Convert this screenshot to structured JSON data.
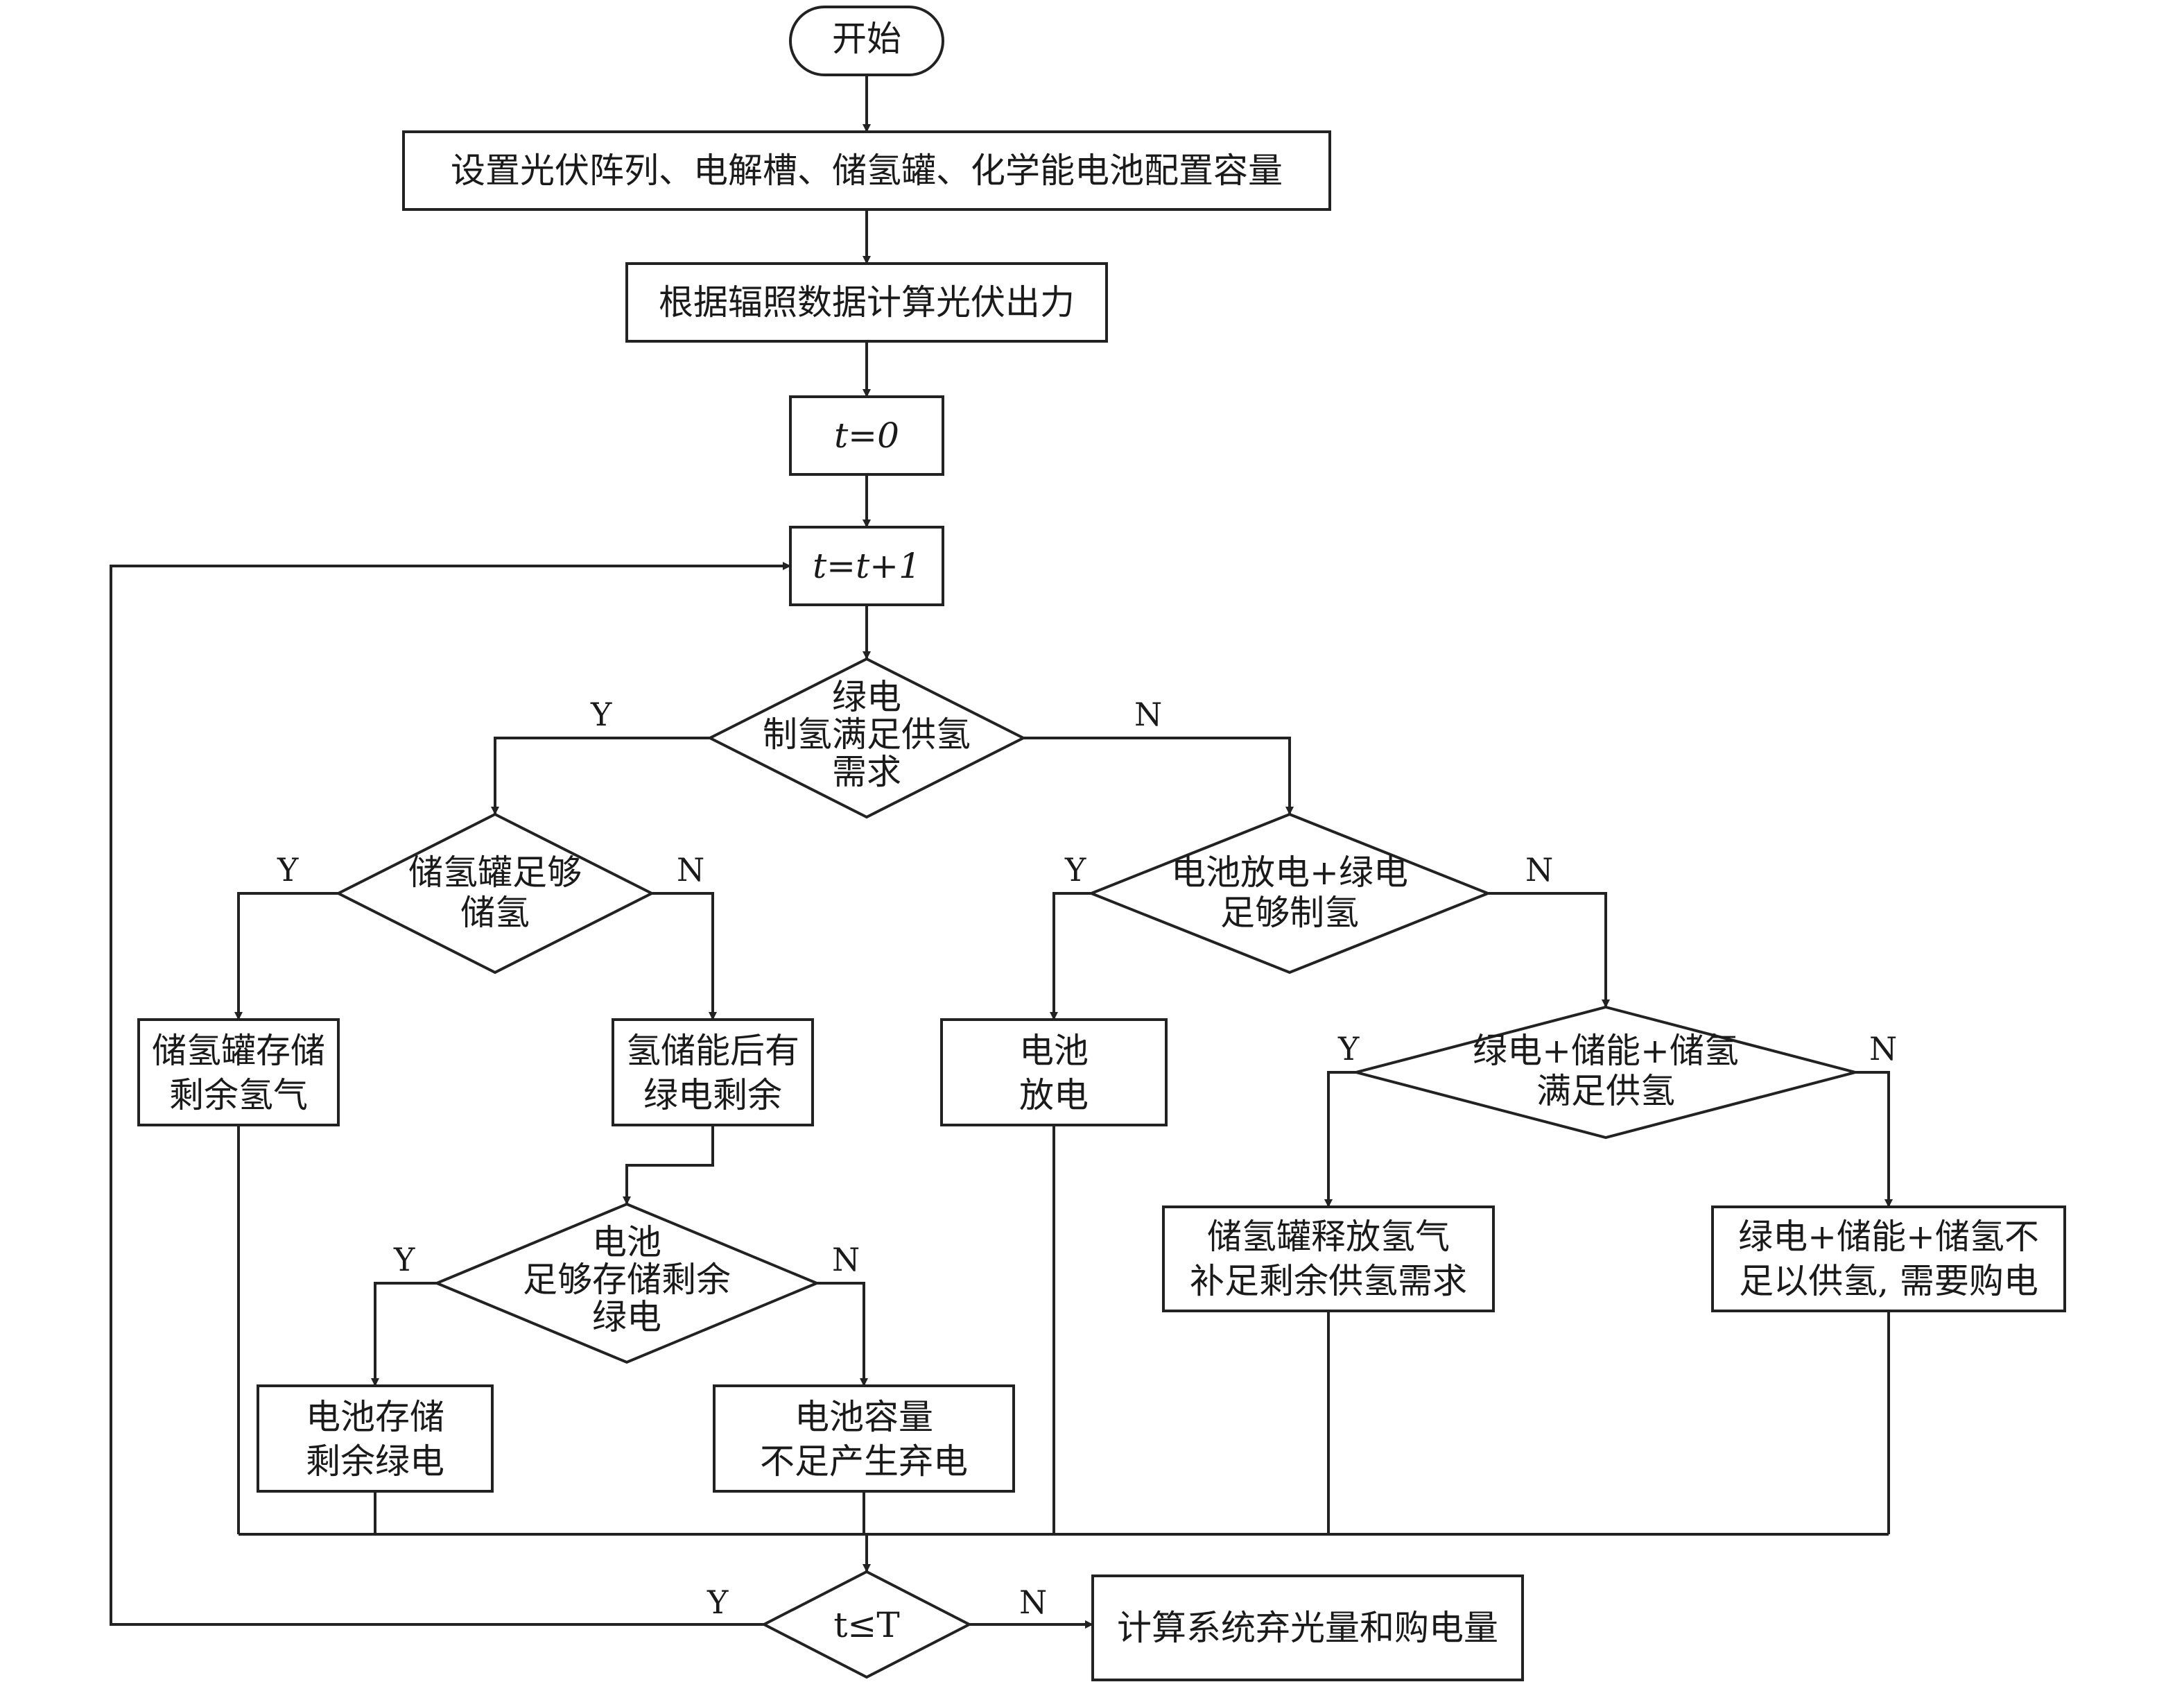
{
  "nodes": {
    "start": {
      "lines": [
        "开始"
      ]
    },
    "set_capacity": {
      "lines": [
        "设置光伏阵列、电解槽、储氢罐、化学能电池配置容量"
      ]
    },
    "compute_pv": {
      "lines": [
        "根据辐照数据计算光伏出力"
      ]
    },
    "t_init": {
      "lines": [
        "t=0"
      ]
    },
    "t_increment": {
      "lines": [
        "t=t+1"
      ]
    },
    "d_green_meets": {
      "lines": [
        "绿电",
        "制氢满足供氢",
        "需求"
      ]
    },
    "d_tank_enough": {
      "lines": [
        "储氢罐足够",
        "储氢"
      ]
    },
    "d_battery_green": {
      "lines": [
        "电池放电+绿电",
        "足够制氢"
      ]
    },
    "tank_store": {
      "lines": [
        "储氢罐存储",
        "剩余氢气"
      ]
    },
    "h2_surplus": {
      "lines": [
        "氢储能后有",
        "绿电剩余"
      ]
    },
    "battery_discharge": {
      "lines": [
        "电池",
        "放电"
      ]
    },
    "d_combined": {
      "lines": [
        "绿电+储能+储氢",
        "满足供氢"
      ]
    },
    "d_battery_store": {
      "lines": [
        "电池",
        "足够存储剩余",
        "绿电"
      ]
    },
    "tank_release": {
      "lines": [
        "储氢罐释放氢气",
        "补足剩余供氢需求"
      ]
    },
    "buy_power": {
      "lines": [
        "绿电+储能+储氢不",
        "足以供氢, 需要购电"
      ]
    },
    "battery_store": {
      "lines": [
        "电池存储",
        "剩余绿电"
      ]
    },
    "curtail": {
      "lines": [
        "电池容量",
        "不足产生弃电"
      ]
    },
    "d_time": {
      "lines": [
        "t≤T"
      ]
    },
    "result": {
      "lines": [
        "计算系统弃光量和购电量"
      ]
    }
  },
  "branch_labels": {
    "green_yes": "Y",
    "green_no": "N",
    "tank_yes": "Y",
    "tank_no": "N",
    "battery_green_yes": "Y",
    "battery_green_no": "N",
    "combined_yes": "Y",
    "combined_no": "N",
    "battery_store_yes": "Y",
    "battery_store_no": "N",
    "time_yes": "Y",
    "time_no": "N"
  }
}
